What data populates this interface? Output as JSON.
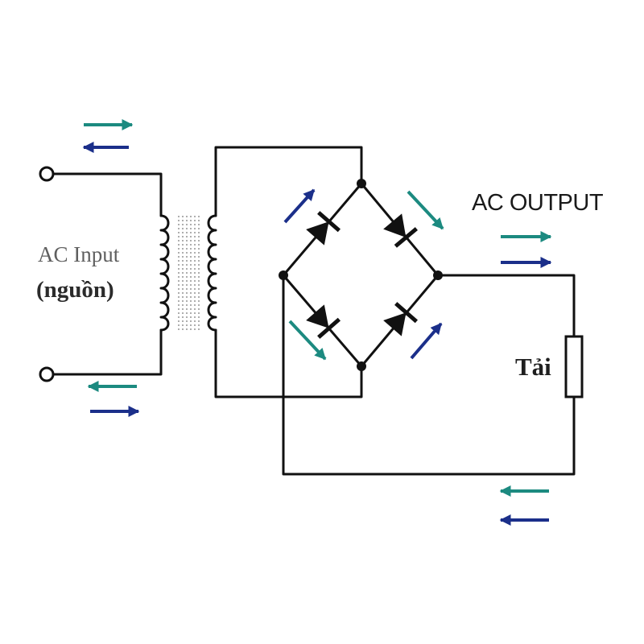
{
  "labels": {
    "ac_input": "AC Input",
    "source": "(nguồn)",
    "ac_output": "AC OUTPUT",
    "load": "Tải"
  },
  "colors": {
    "wire": "#111111",
    "arrow_teal": "#1c8a80",
    "arrow_navy": "#1b2f8a",
    "core": "#9a9a9a"
  }
}
